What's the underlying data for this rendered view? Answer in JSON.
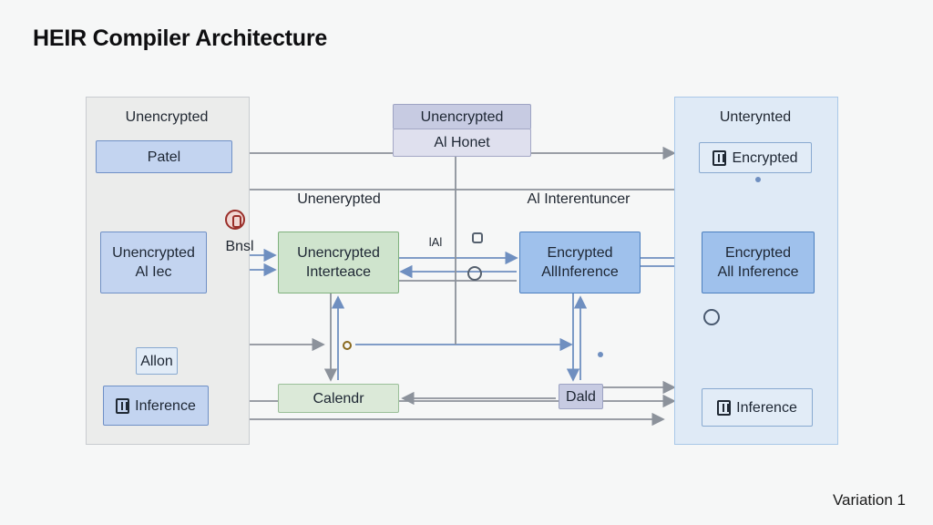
{
  "title": "HEIR Compiler Architecture",
  "footer": "Variation 1",
  "labels": {
    "left_panel": "Unencrypted",
    "right_panel": "Unterynted",
    "mid_left": "Unenerypted",
    "mid_right": "Al Interentuncer",
    "bnsl": "Bnsl",
    "small_glyph": "lAl"
  },
  "boxes": {
    "top_center_line1": "Unencrypted",
    "top_center_line2": "Al Honet",
    "patel": "Patel",
    "left_mid_line1": "Unencrypted",
    "left_mid_line2": "Al Iec",
    "alias": "Allon",
    "left_inference": "Inference",
    "green_line1": "Unencrypted",
    "green_line2": "Interteace",
    "calendr": "Calendr",
    "enc_mid_line1": "Encrypted",
    "enc_mid_line2": "AllInference",
    "dal": "Dald",
    "right_encrypted": "Encrypted",
    "right_mid_line1": "Encrypted",
    "right_mid_line2": "All Inference",
    "right_inference": "Inference"
  },
  "colors": {
    "arrow_gray": "#8c929b",
    "arrow_blue": "#6f8fc0",
    "box_blue": "#c3d4f0",
    "box_encrypted": "#9fc1ec",
    "box_green": "#cfe4cd",
    "lock_red": "#9a2f2a"
  },
  "icons": [
    "lock-icon",
    "chip-icon",
    "link-icon",
    "dot-icon"
  ]
}
